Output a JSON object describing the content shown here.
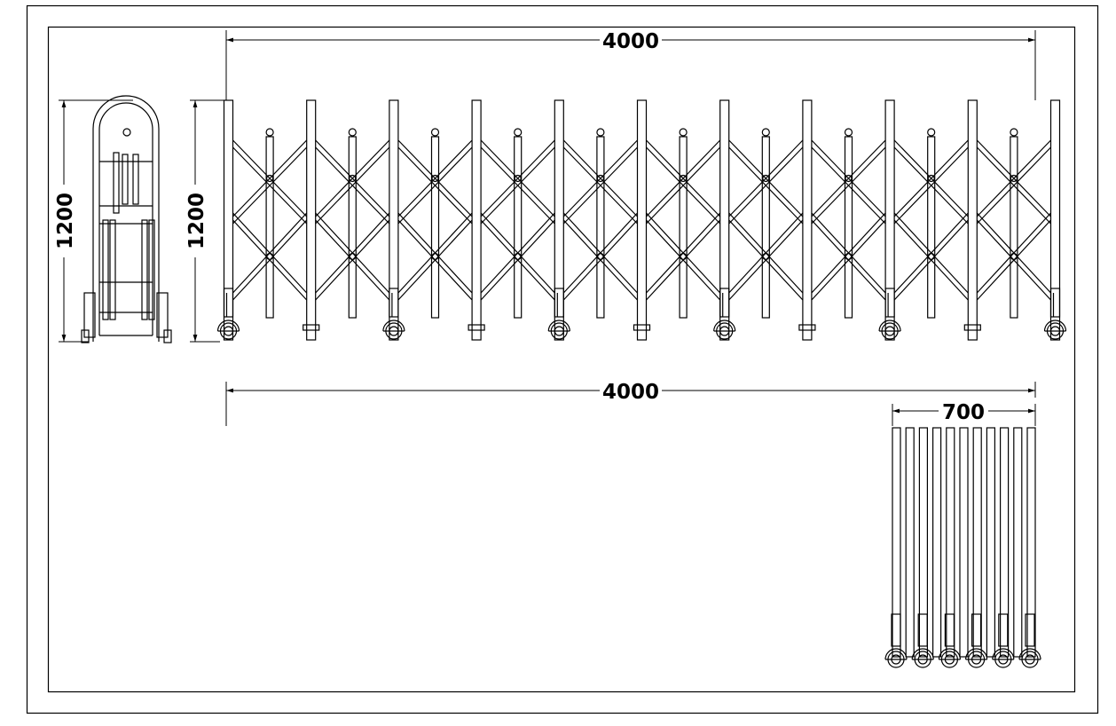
{
  "dimensions": {
    "top_width": "4000",
    "bottom_width": "4000",
    "closed_width": "700",
    "side_height": "1200",
    "front_height": "1200"
  },
  "colors": {
    "line": "#000000",
    "background": "#ffffff"
  }
}
